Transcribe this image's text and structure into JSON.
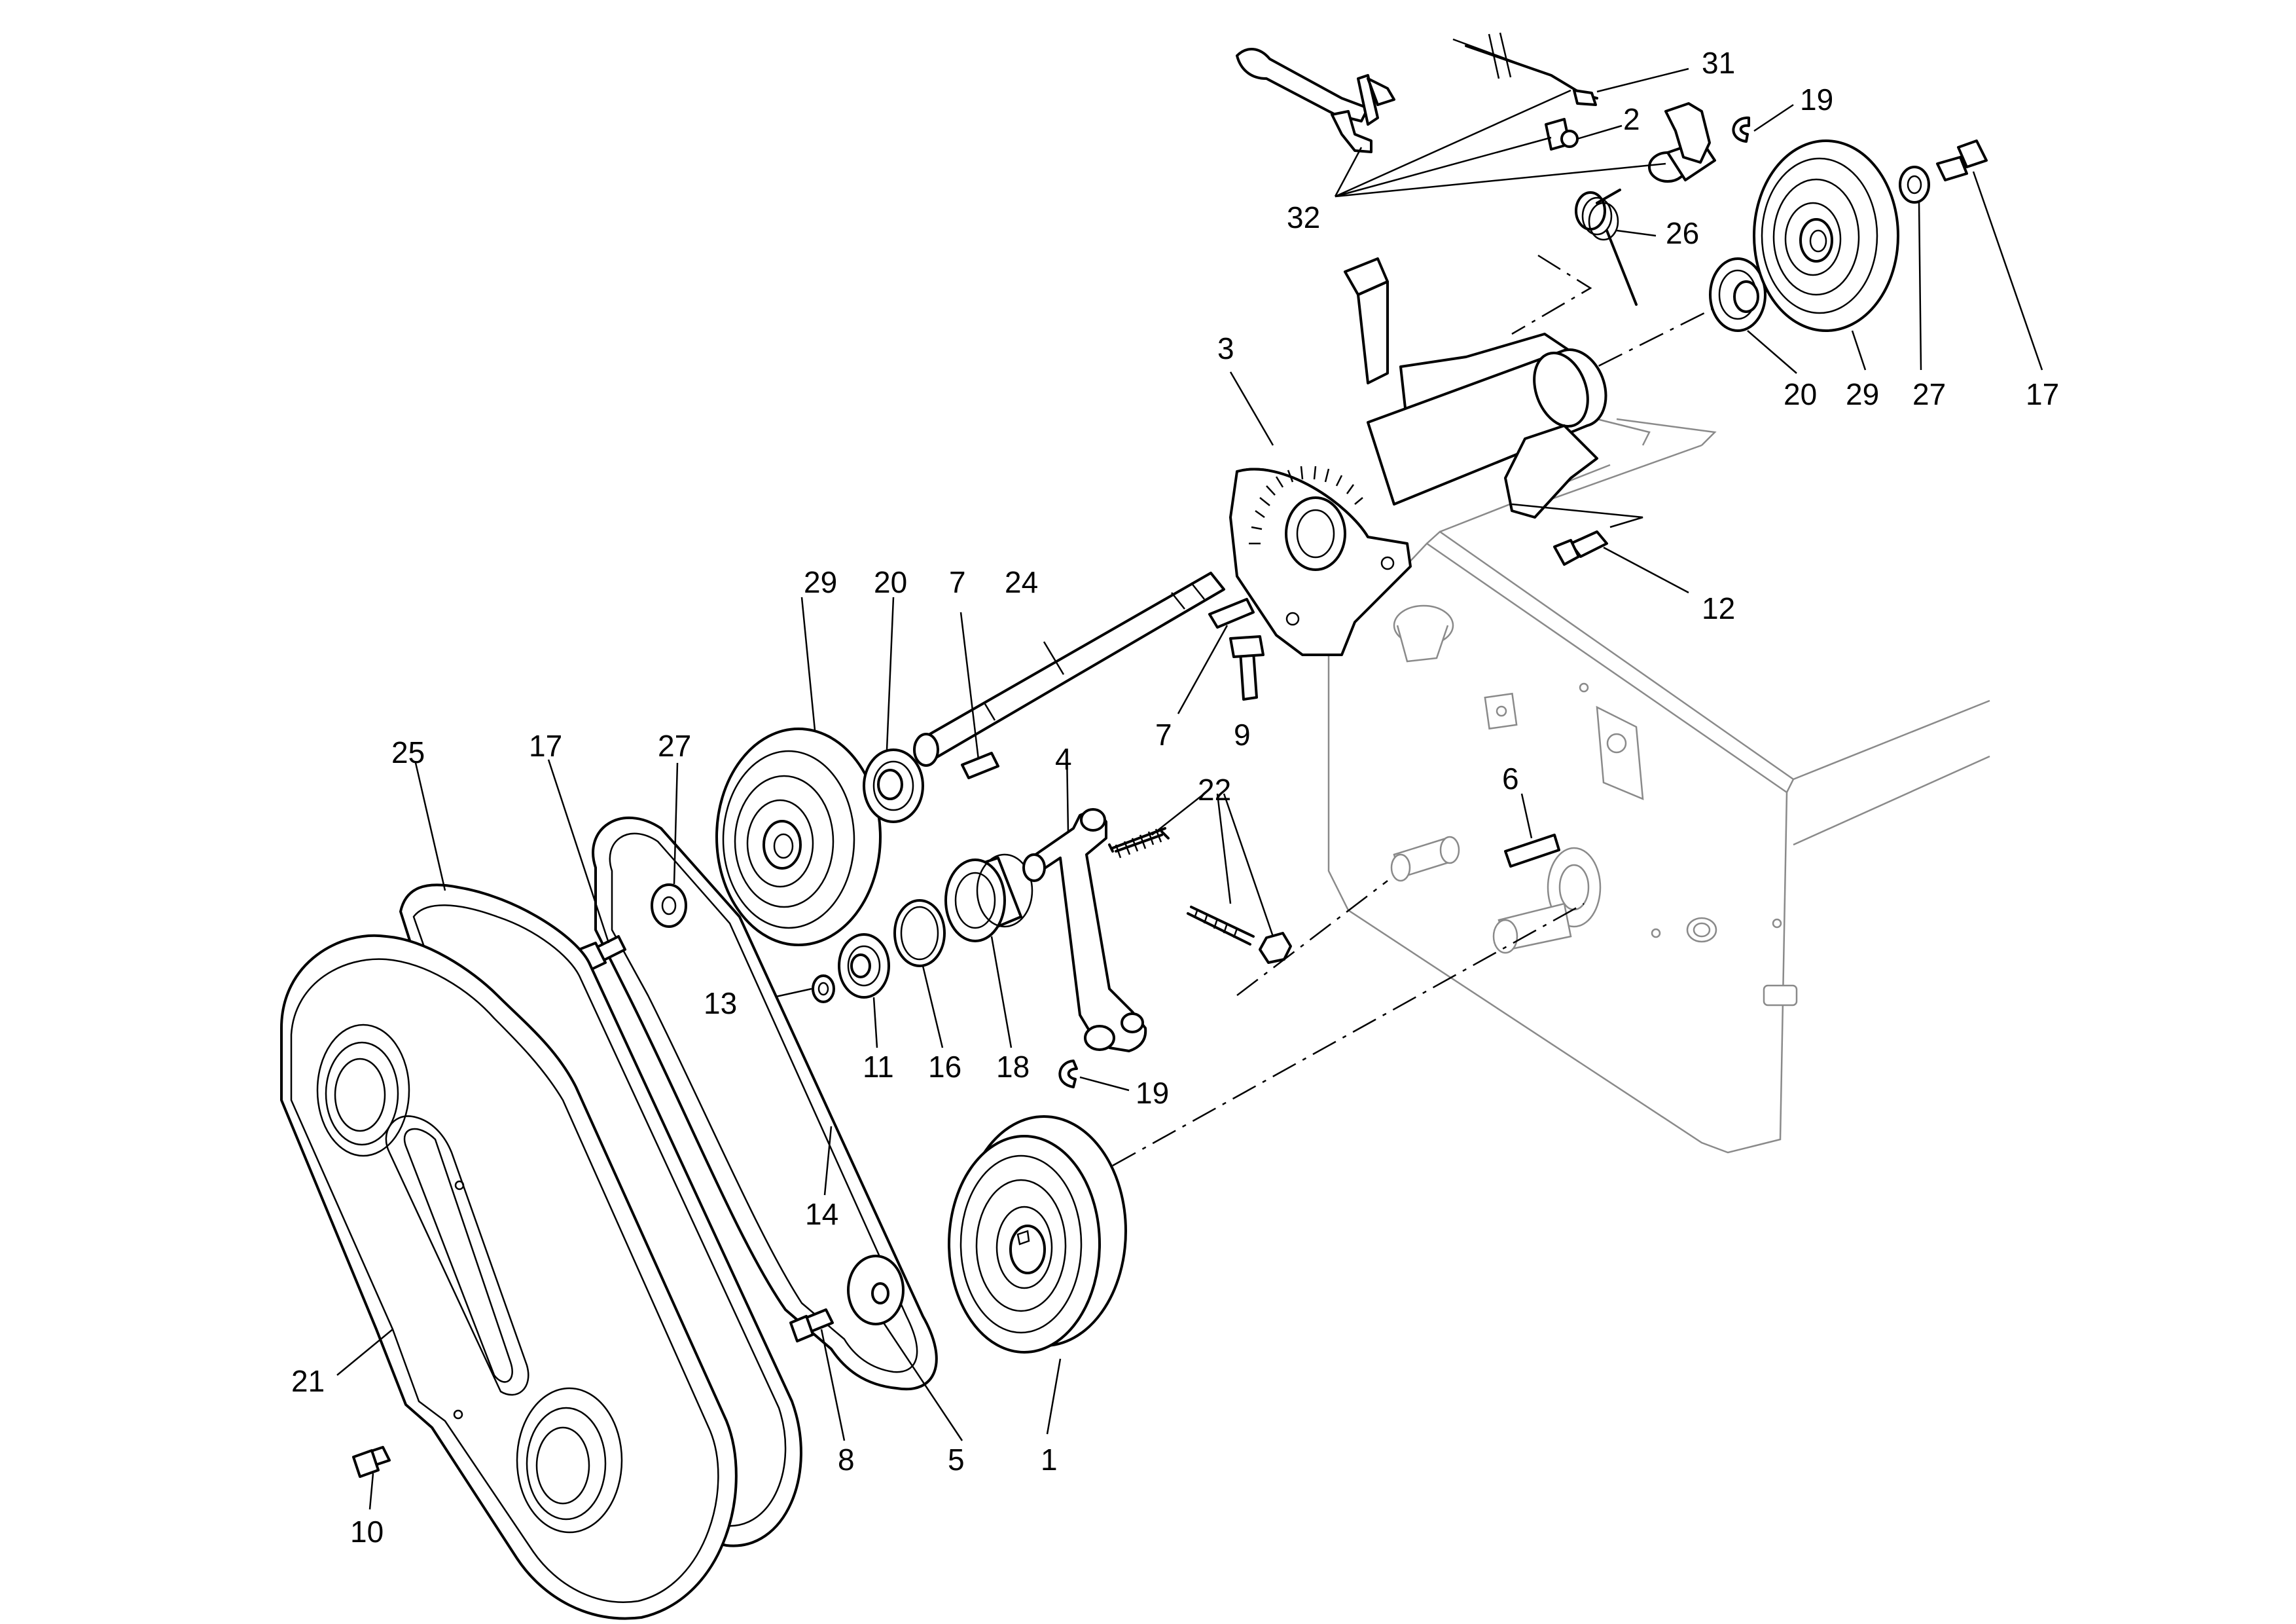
{
  "callouts": {
    "c1": "1",
    "c2": "2",
    "c3": "3",
    "c4": "4",
    "c5": "5",
    "c6": "6",
    "c7a": "7",
    "c7b": "7",
    "c8": "8",
    "c9": "9",
    "c10": "10",
    "c11": "11",
    "c12": "12",
    "c13": "13",
    "c14": "14",
    "c16": "16",
    "c17a": "17",
    "c17b": "17",
    "c18": "18",
    "c19a": "19",
    "c19b": "19",
    "c20a": "20",
    "c20b": "20",
    "c21": "21",
    "c22": "22",
    "c24": "24",
    "c25": "25",
    "c26": "26",
    "c27a": "27",
    "c27b": "27",
    "c29a": "29",
    "c29b": "29",
    "c31": "31",
    "c32": "32"
  }
}
